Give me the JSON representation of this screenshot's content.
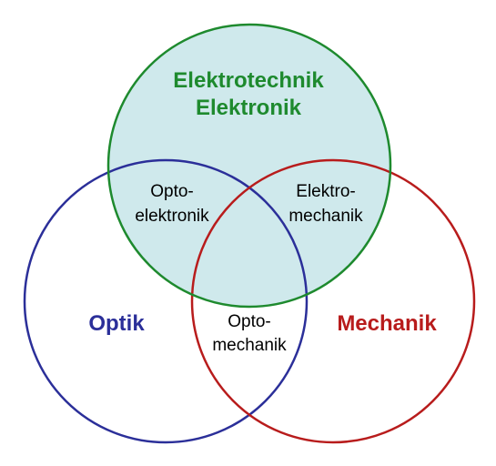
{
  "diagram": {
    "circles": {
      "top": {
        "name": "Elektrotechnik Elektronik",
        "line1": "Elektrotechnik",
        "line2": "Elektronik",
        "stroke": "#1e8a2e",
        "fill": "#cfe9ec"
      },
      "left": {
        "name": "Optik",
        "line1": "Optik",
        "stroke": "#2b2f99"
      },
      "right": {
        "name": "Mechanik",
        "line1": "Mechanik",
        "stroke": "#b81c1c"
      }
    },
    "overlaps": {
      "top_left": {
        "line1": "Opto-",
        "line2": "elektronik"
      },
      "top_right": {
        "line1": "Elektro-",
        "line2": "mechanik"
      },
      "left_right": {
        "line1": "Opto-",
        "line2": "mechanik"
      }
    }
  }
}
